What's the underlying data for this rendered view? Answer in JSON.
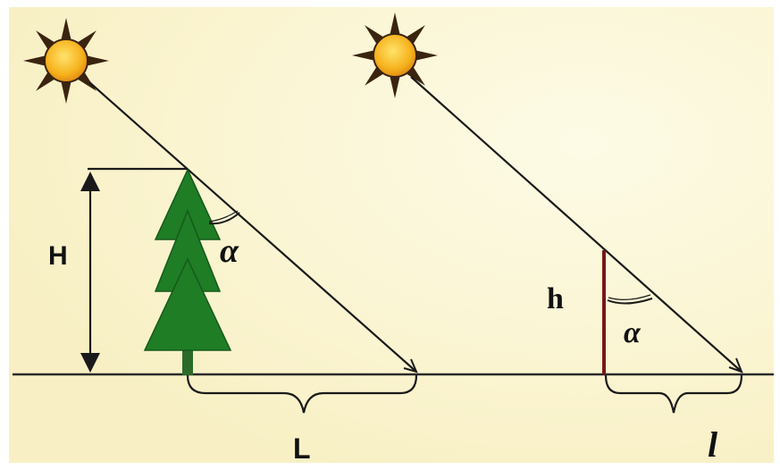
{
  "diagram": {
    "labels": {
      "tree_height": "H",
      "tree_angle": "α",
      "stick_height": "h",
      "stick_angle": "α",
      "tree_shadow": "L",
      "stick_shadow": "l"
    },
    "colors": {
      "background": "#fbf6d6",
      "tree": "#1f7d25",
      "tree_trunk": "#2c6a2a",
      "stick": "#7a1616",
      "sun_core": "#f6b21d",
      "sun_rays": "#3a2410",
      "line": "#111111"
    },
    "icons": [
      "sun-icon",
      "sun-icon",
      "tree-icon"
    ]
  }
}
